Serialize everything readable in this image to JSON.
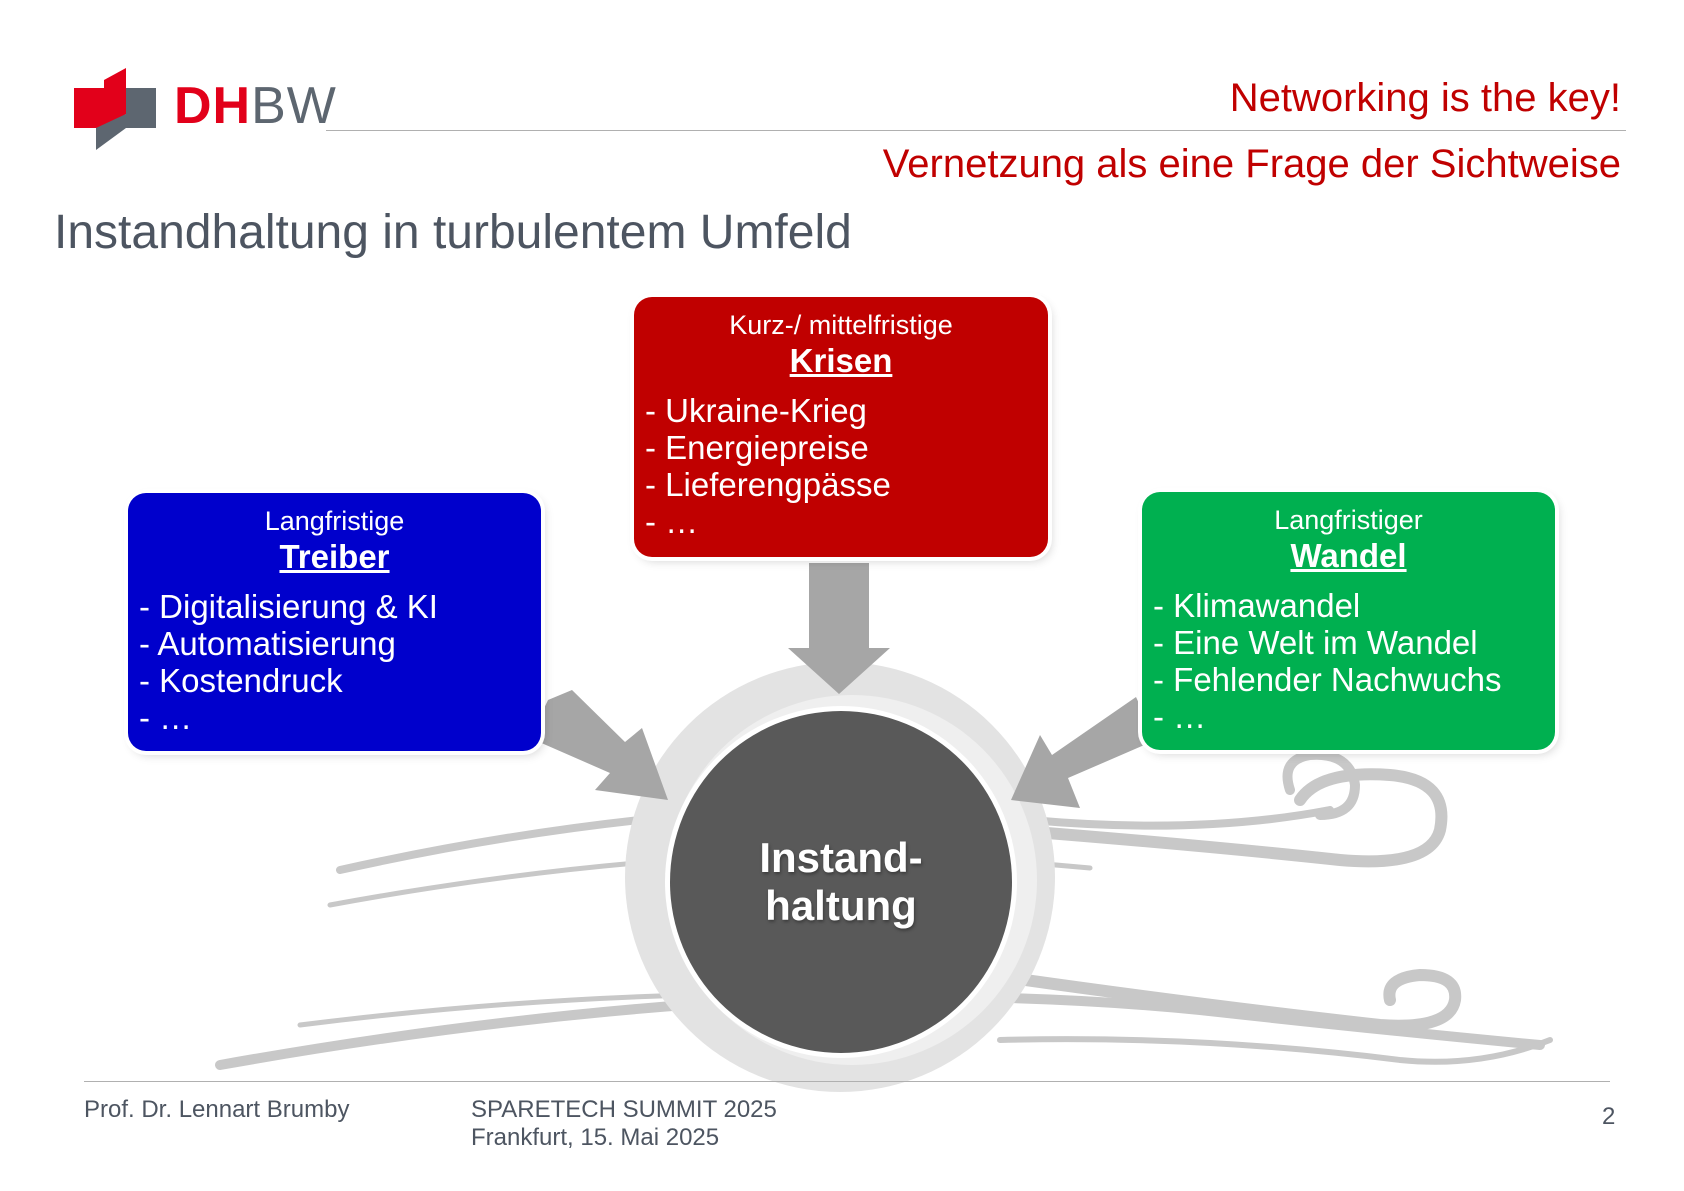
{
  "header": {
    "logo_text": "DHBW",
    "tagline": "Networking is the key!",
    "subtitle": "Vernetzung als eine Frage der Sichtweise"
  },
  "slide_title": "Instandhaltung in turbulentem Umfeld",
  "boxes": {
    "crises": {
      "kicker": "Kurz-/ mittelfristige",
      "title": "Krisen",
      "items": [
        "- Ukraine-Krieg",
        "- Energiepreise",
        "- Lieferengpässe",
        "- …"
      ],
      "color": "#c00000"
    },
    "drivers": {
      "kicker": "Langfristige",
      "title": "Treiber",
      "items": [
        "- Digitalisierung & KI",
        "- Automatisierung",
        "- Kostendruck",
        "- …"
      ],
      "color": "#0000cc"
    },
    "change": {
      "kicker": "Langfristiger",
      "title": "Wandel",
      "items": [
        "- Klimawandel",
        "- Eine Welt im Wandel",
        "- Fehlender Nachwuchs",
        "- …"
      ],
      "color": "#00b050"
    }
  },
  "center": {
    "label": "Instand-\nhaltung",
    "color": "#595959"
  },
  "footer": {
    "author": "Prof. Dr. Lennart Brumby",
    "event": "SPARETECH SUMMIT 2025",
    "date": "Frankfurt, 15. Mai 2025",
    "page_number": "2"
  },
  "colors": {
    "accent_red": "#c00000",
    "logo_red": "#e2001a",
    "arrow_gray": "#a6a6a6",
    "swirl_gray": "#c8c8c8",
    "text_gray": "#4d5561"
  }
}
